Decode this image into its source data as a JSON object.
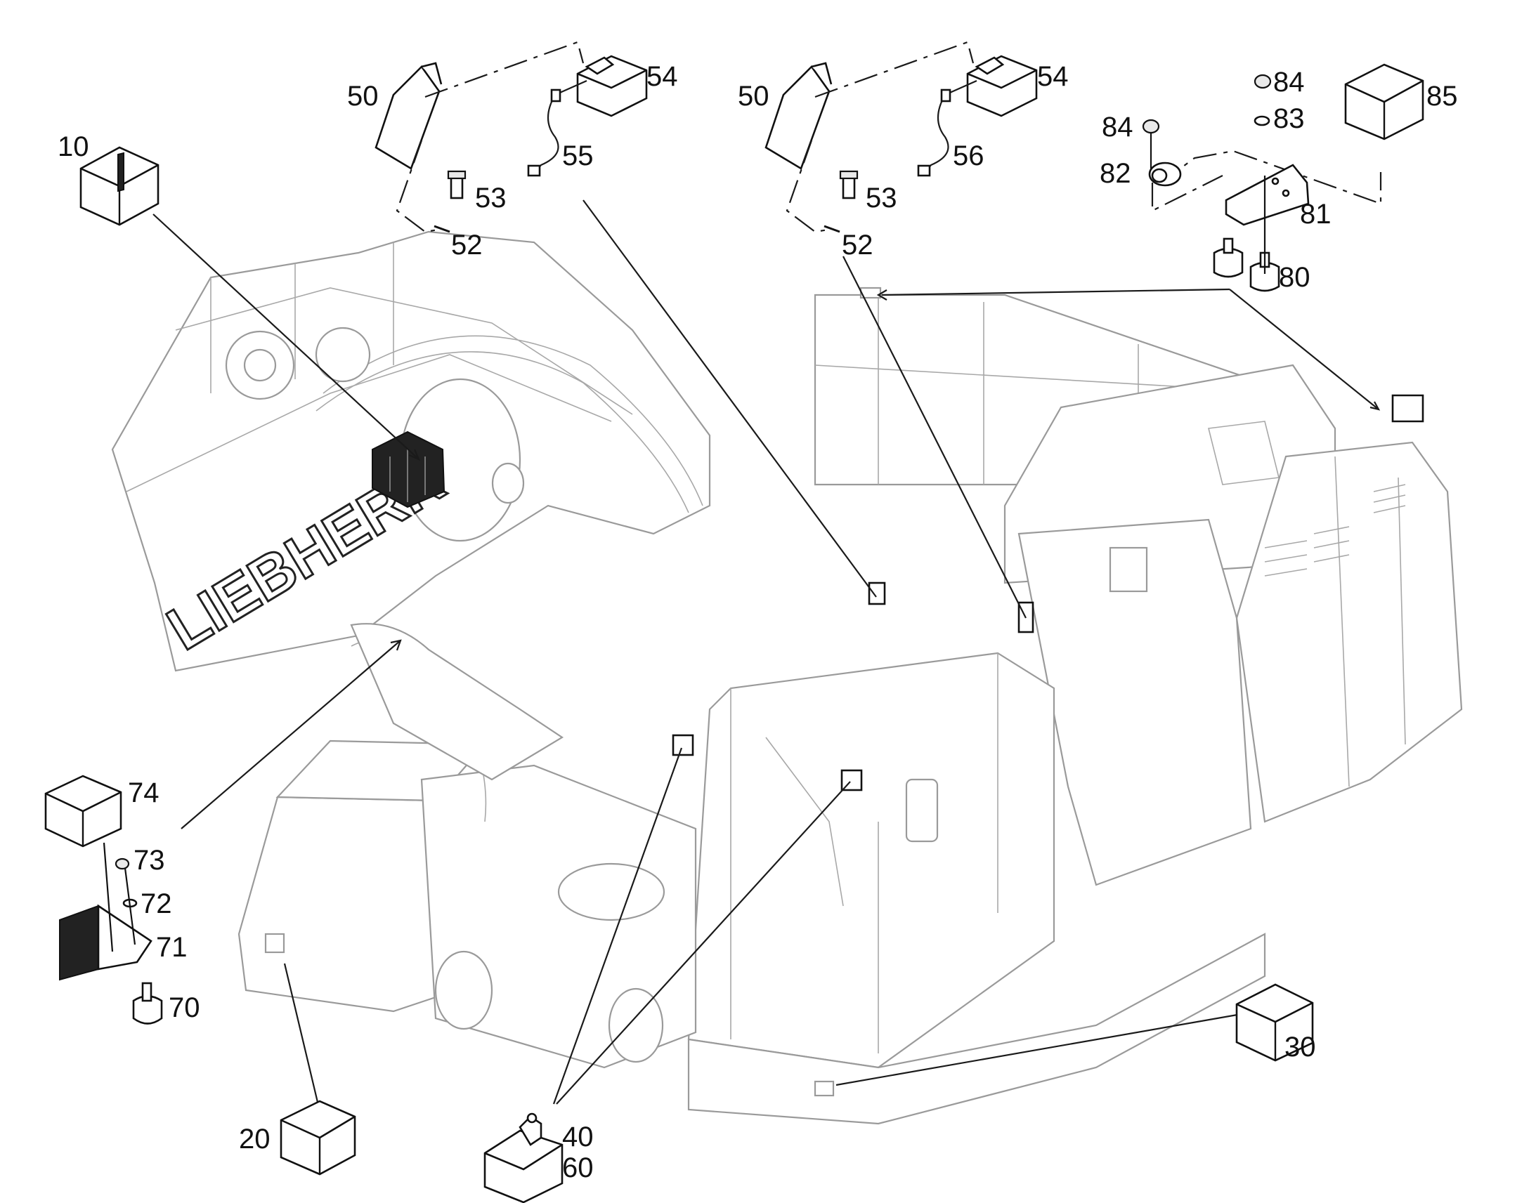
{
  "labels": {
    "l10": "10",
    "l20": "20",
    "l30": "30",
    "l40": "40",
    "l60": "60",
    "l50a": "50",
    "l50b": "50",
    "l52a": "52",
    "l52b": "52",
    "l53a": "53",
    "l53b": "53",
    "l54a": "54",
    "l54b": "54",
    "l55": "55",
    "l56": "56",
    "l70": "70",
    "l71": "71",
    "l72": "72",
    "l73": "73",
    "l74": "74",
    "l80": "80",
    "l81": "81",
    "l82": "82",
    "l83": "83",
    "l84a": "84",
    "l84b": "84",
    "l85": "85"
  },
  "brand_text": "LIEBHERR",
  "colors": {
    "outline": "#9a9a9a",
    "ink": "#111111",
    "background": "#ffffff"
  }
}
